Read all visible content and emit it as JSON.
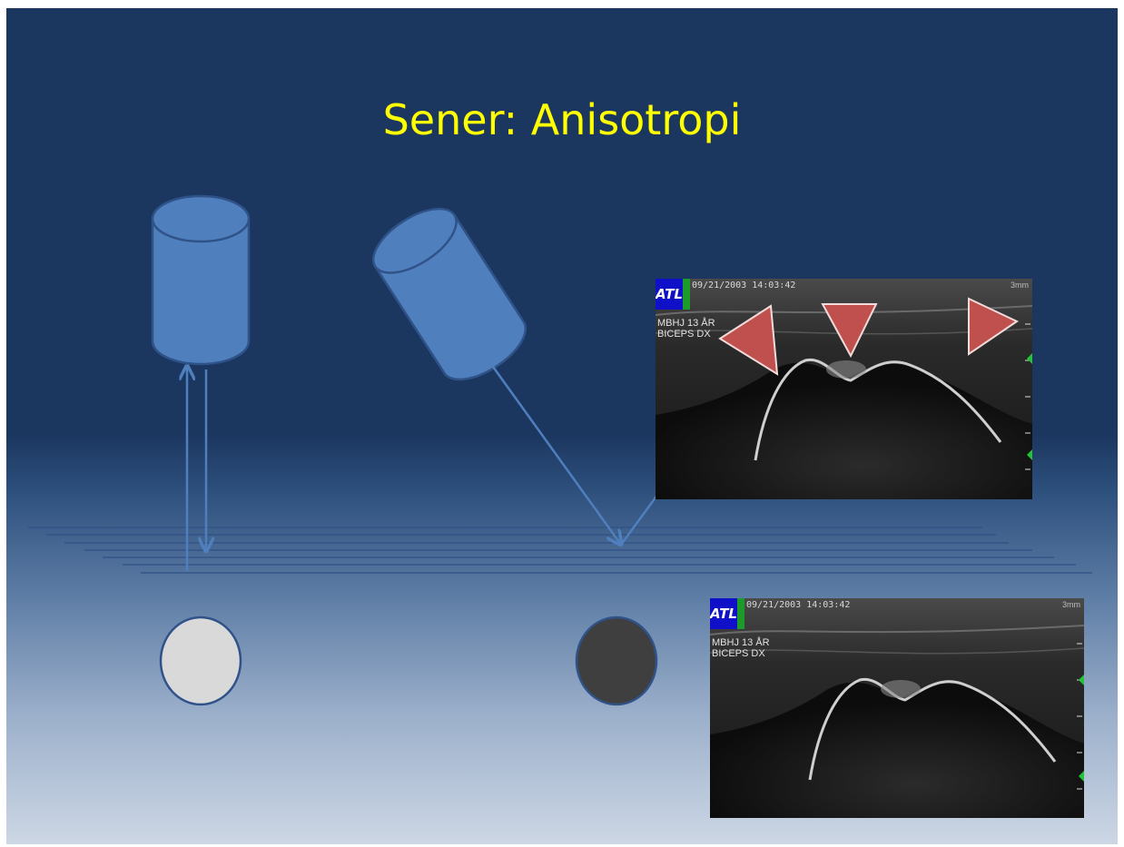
{
  "slide": {
    "title": "Sener: Anisotropi"
  },
  "colors": {
    "title": "#ffff00",
    "probe_fill": "#4f7fbd",
    "probe_stroke": "#2f5289",
    "beam": "#4f7fbd",
    "arrowhead": "#c0504d",
    "echo_bright": "#d9d9d9",
    "echo_dark": "#3f3f3f"
  },
  "ultrasound_top": {
    "logo": "ATL",
    "timestamp": "09/21/2003 14:03:42",
    "patient_line": "MBHJ 13 ÅR",
    "structure_line": "BICEPS DX",
    "depth_marker": "3mm"
  },
  "ultrasound_bottom": {
    "logo": "ATL",
    "timestamp": "09/21/2003 14:03:42",
    "patient_line": "MBHJ 13 ÅR",
    "structure_line": "BICEPS DX",
    "depth_marker": "3mm"
  }
}
